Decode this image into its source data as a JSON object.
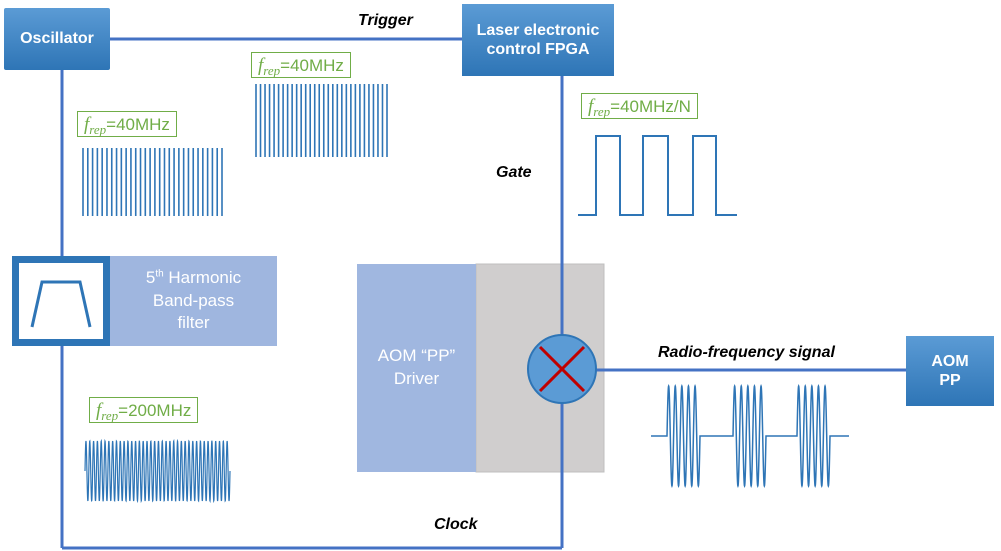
{
  "boxes": {
    "oscillator": "Oscillator",
    "fpga_line1": "Laser electronic",
    "fpga_line2": "control FPGA",
    "aom_pp_line1": "AOM",
    "aom_pp_line2": "PP",
    "driver_line1": "AOM “PP”",
    "driver_line2": "Driver",
    "filter_line1_sup": "th",
    "filter_line1_num": "5",
    "filter_line1_rest": " Harmonic",
    "filter_line2": "Band-pass",
    "filter_line3": "filter"
  },
  "signals": {
    "trigger": "Trigger",
    "gate": "Gate",
    "clock": "Clock",
    "rf": "Radio-frequency signal"
  },
  "freq_labels": {
    "symbol": "f",
    "subscript": "rep",
    "top": "=40MHz",
    "left": "=40MHz",
    "gate": "=40MHz/N",
    "bottom": "=200MHz"
  },
  "colors": {
    "line": "#4472c4",
    "pulse": "#2e75b6",
    "green": "#70ad47",
    "box": "#2e75b6",
    "filter_panel": "#9fb6df",
    "driver_panel": "#a0b7e0",
    "gray_panel": "#d0cece",
    "mixer": "#5b9bd5",
    "cross": "#c00000"
  }
}
